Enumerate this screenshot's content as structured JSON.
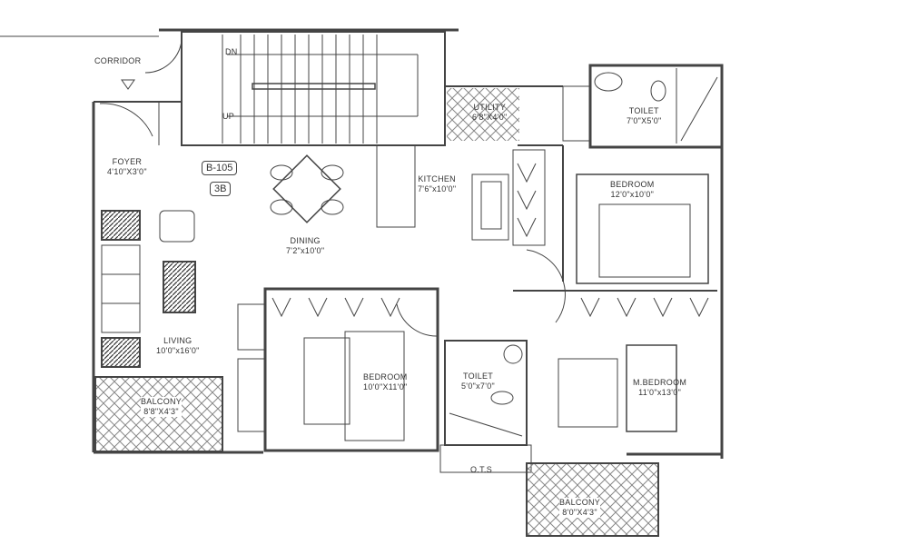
{
  "plan": {
    "unit_no": "B-105",
    "unit_type": "3B",
    "stair": {
      "down": "DN",
      "up": "UP"
    },
    "rooms": [
      {
        "name": "CORRIDOR",
        "size": ""
      },
      {
        "name": "FOYER",
        "size": "4'10\"X3'0\""
      },
      {
        "name": "KITCHEN",
        "size": "7'6\"x10'0\""
      },
      {
        "name": "UTILITY",
        "size": "6'8\"X4'0\""
      },
      {
        "name": "TOILET",
        "size": "7'0\"X5'0\""
      },
      {
        "name": "BEDROOM",
        "size": "12'0\"x10'0\""
      },
      {
        "name": "DINING",
        "size": "7'2\"x10'0\""
      },
      {
        "name": "LIVING",
        "size": "10'0\"x16'0\""
      },
      {
        "name": "BALCONY",
        "size": "8'8\"X4'3\""
      },
      {
        "name": "BEDROOM",
        "size": "10'0\"X11'0\""
      },
      {
        "name": "TOILET",
        "size": "5'0\"x7'0\""
      },
      {
        "name": "M.BEDROOM",
        "size": "11'0\"x13'0\""
      },
      {
        "name": "BALCONY",
        "size": "8'0\"X4'3\""
      },
      {
        "name": "O.T.S",
        "size": ""
      }
    ]
  },
  "colors": {
    "wall": "#444444",
    "hatch": "#888888",
    "paper": "#ffffff"
  }
}
